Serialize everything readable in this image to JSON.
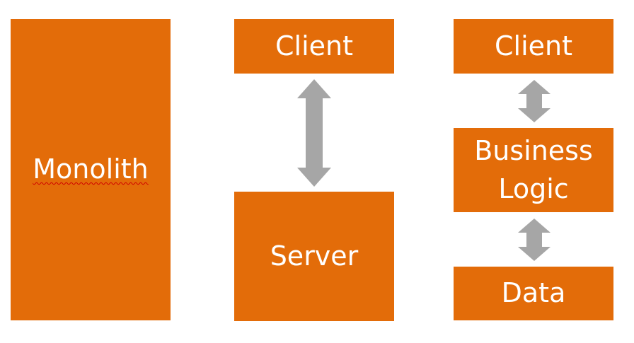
{
  "colors": {
    "box_fill": "#E36C09",
    "box_text": "#FFFFFF",
    "arrow_fill": "#A6A6A6",
    "background": "#FFFFFF",
    "spellcheck_underline": "#D00000"
  },
  "columns": {
    "monolith": {
      "label": "Monolith"
    },
    "client_server": {
      "client_label": "Client",
      "server_label": "Server"
    },
    "three_tier": {
      "client_label": "Client",
      "business_logic_line1": "Business",
      "business_logic_line2": "Logic",
      "data_label": "Data"
    }
  },
  "icons": {
    "arrow": "double-headed-vertical-arrow"
  }
}
